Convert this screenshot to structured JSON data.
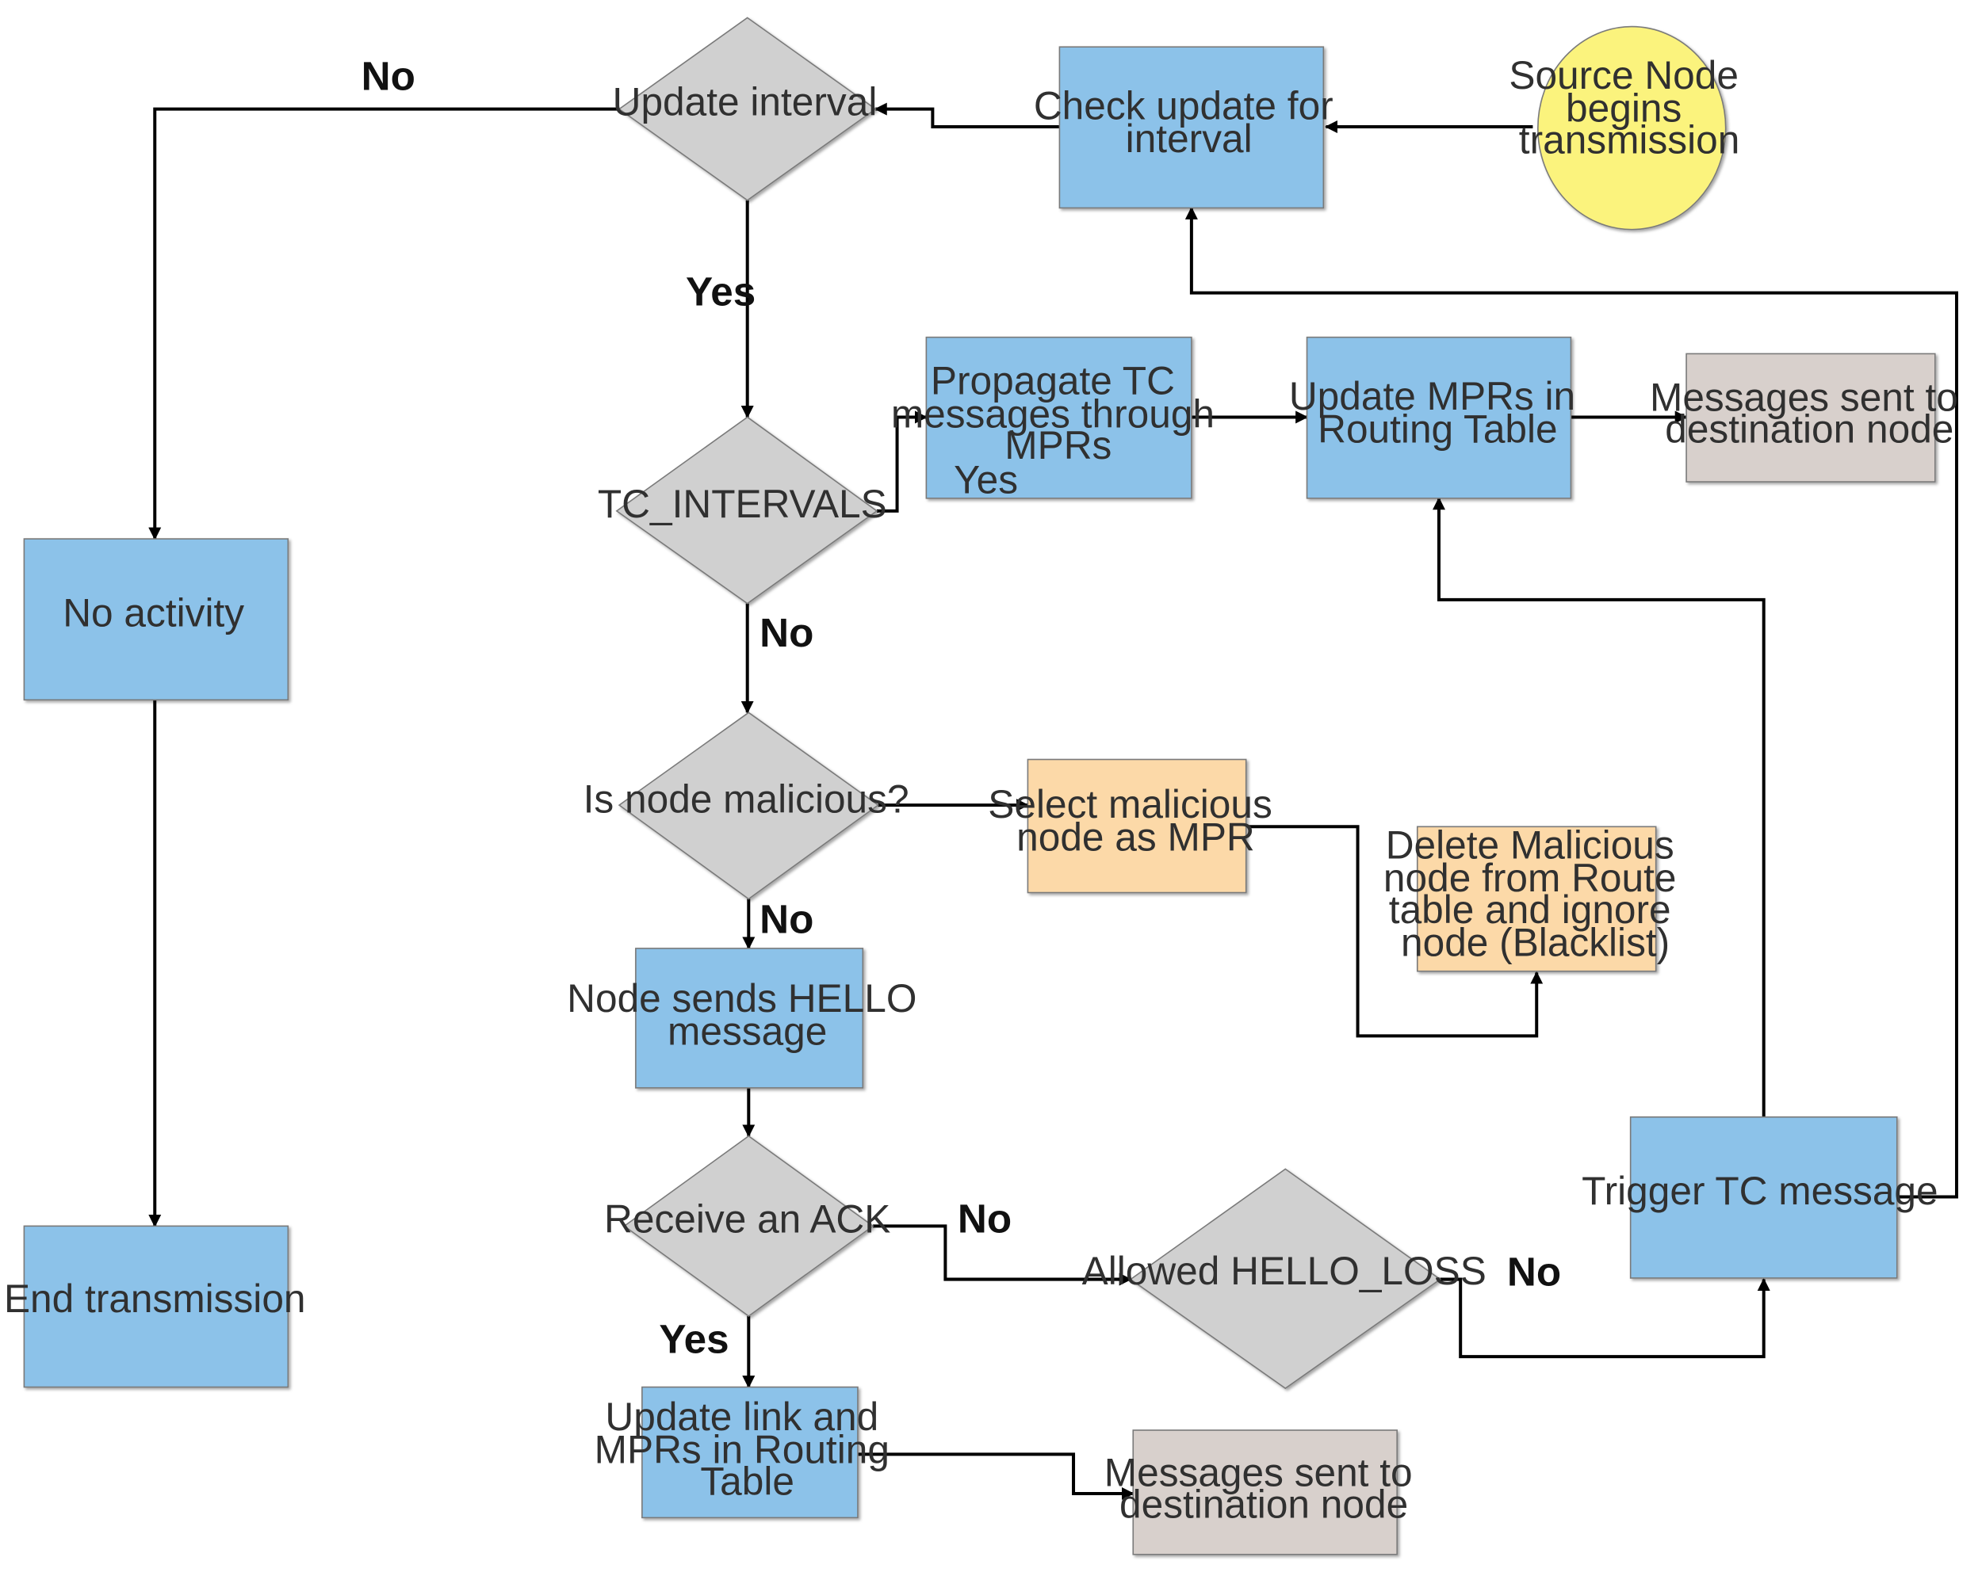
{
  "colors": {
    "process": "#8cc2e9",
    "decision": "#d0d0d0",
    "output": "#d8d0cc",
    "malicious": "#fcd9a8",
    "start": "#fbf37d",
    "edge": "#000000"
  },
  "nodes": {
    "source_node": {
      "lines": [
        "Source Node",
        "begins",
        "transmission"
      ]
    },
    "check_update": {
      "lines": [
        "Check update for",
        "interval"
      ]
    },
    "update_interval": {
      "lines": [
        "Update interval"
      ]
    },
    "no_activity": {
      "lines": [
        "No activity"
      ]
    },
    "end_transmission": {
      "lines": [
        "End transmission"
      ]
    },
    "tc_intervals": {
      "lines": [
        "TC_INTERVALS"
      ]
    },
    "propagate_tc": {
      "lines": [
        "Propagate TC",
        "messages through",
        "MPRs"
      ]
    },
    "update_mprs": {
      "lines": [
        "Update MPRs in",
        "Routing Table"
      ]
    },
    "messages_sent_top": {
      "lines": [
        "Messages sent to",
        "destination node"
      ]
    },
    "is_malicious": {
      "lines": [
        "Is node malicious?"
      ]
    },
    "select_malicious": {
      "lines": [
        "Select malicious",
        "node as MPR"
      ]
    },
    "delete_malicious": {
      "lines": [
        "Delete Malicious",
        "node from Route",
        "table and ignore",
        "node (Blacklist)"
      ]
    },
    "node_sends_hello": {
      "lines": [
        "Node sends HELLO",
        "message"
      ]
    },
    "receive_ack": {
      "lines": [
        "Receive an ACK"
      ]
    },
    "allowed_hello_loss": {
      "lines": [
        "Allowed HELLO_LOSS"
      ]
    },
    "trigger_tc": {
      "lines": [
        "Trigger TC message"
      ]
    },
    "update_link": {
      "lines": [
        "Update link and",
        "MPRs in Routing",
        "Table"
      ]
    },
    "messages_sent_bottom": {
      "lines": [
        "Messages sent to",
        "destination node"
      ]
    }
  },
  "edge_labels": {
    "update_interval_no": "No",
    "update_interval_yes": "Yes",
    "tc_intervals_yes": "Yes",
    "tc_intervals_no": "No",
    "is_malicious_no": "No",
    "receive_ack_no": "No",
    "receive_ack_yes": "Yes",
    "allowed_hello_loss_no": "No"
  }
}
